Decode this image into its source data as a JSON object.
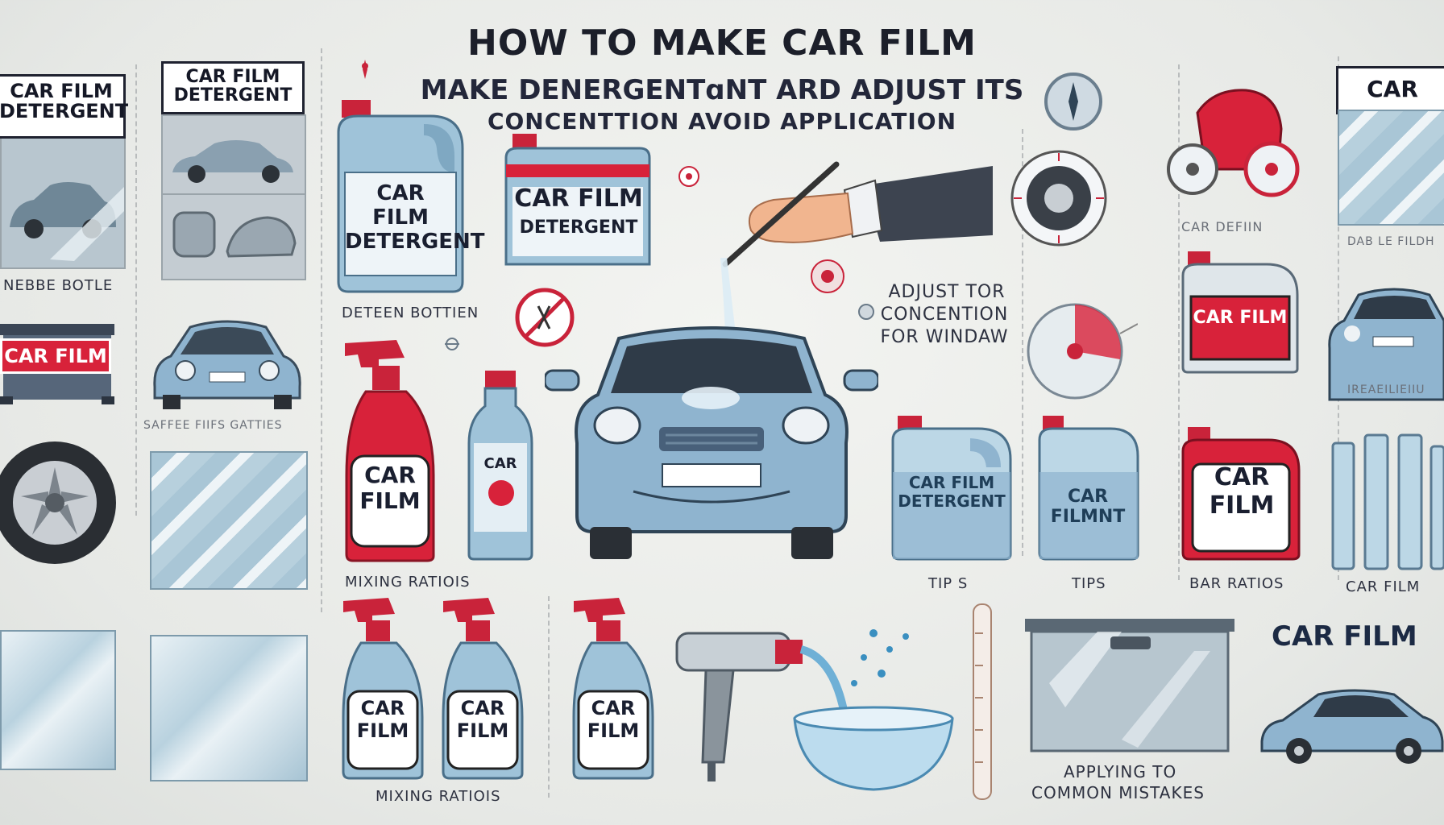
{
  "header": {
    "title": "HOW TO MAKE CAR FILM",
    "subtitle_line1": "MAKE DENERGENTɑNT ARD ADJUST ITS",
    "subtitle_line2": "CONCENTTION AVOID APPLICATION"
  },
  "left_column": {
    "tag_top": "CAR FILM DETERGENT",
    "label_bottle": "NEBBE BOTLE",
    "tag_red": "CAR FILM",
    "label_faint": "SAFFEE FIIFS GATTIES"
  },
  "second_column": {
    "tag": "CAR FILM DETERGENT"
  },
  "center": {
    "big_jug_label": "CAR FILM DETERGENT",
    "red_jug_label": "CAR FILM",
    "red_jug_sub": "DETERGENT",
    "label_detergent_bottle": "DETEEN BOTTIEN",
    "spray_label": "CAR FILM",
    "bottle_label": "CAR",
    "label_mixing": "MIXING RATIOIS",
    "adjust_text_line1": "ADJUST TOR",
    "adjust_text_line2": "CONCENTION",
    "adjust_text_line3": "FOR WINDAW"
  },
  "right_center": {
    "jug1_label": "CAR FILM DETERGENT",
    "jug2_label": "CAR FILMNT",
    "label_tips1": "TIP S",
    "label_tips2": "TIPS",
    "red_jug_label": "CAR FILM",
    "label_ratios": "BAR RATIOS"
  },
  "right_column": {
    "tag_top": "CAR FILM",
    "label_detfin": "CAR DEFIIN",
    "label_faint_top": "DAB LE FILDH",
    "jug_label": "CAR FILM",
    "label_faint_mid": "IREAEILIEIIU",
    "label_car_film": "CAR FILM",
    "big_label": "CAR FILM"
  },
  "bottom": {
    "spray1": "CAR FILM",
    "spray2": "CAR FILM",
    "spray3": "CAR FILM",
    "label_mixing": "MIXING RATIOIS",
    "label_apply1": "APPLYING TO",
    "label_apply2": "COMMON MISTAKES"
  },
  "colors": {
    "car_blue": "#8fb4cf",
    "detergent_blue": "#9fc3d9",
    "accent_red": "#d8223a",
    "ink": "#1c1f2a"
  }
}
